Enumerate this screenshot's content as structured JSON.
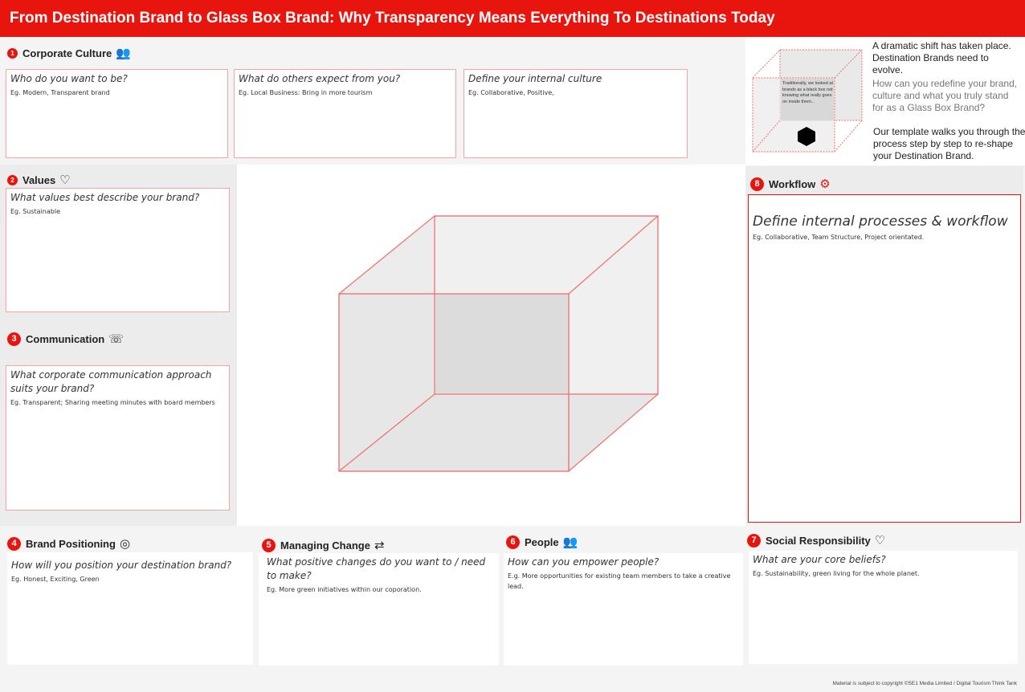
{
  "title": "From Destination Brand to Glass Box Brand: Why Transparency Means Everything To Destinations Today",
  "intro": {
    "p1": "A dramatic shift has taken place. Destination Brands need to evolve.",
    "p2": "How can you redefine your brand, culture and what you truly stand for as a Glass Box Brand?",
    "p3": "Our template walks you through the process step by step to re-shape your Destination Brand.",
    "cube_note": "Traditionally, we looked at brands as a black box not knowing what really goes on inside them..."
  },
  "sections": {
    "culture": {
      "num": "1",
      "label": "Corporate Culture",
      "boxes": [
        {
          "q": "Who do you want to be?",
          "ex": "Eg. Modern, Transparent brand"
        },
        {
          "q": "What do others expect from you?",
          "ex": "Eg. Local Business: Bring in more tourism"
        },
        {
          "q": "Define your internal culture",
          "ex": "Eg. Collaborative, Positive,"
        }
      ]
    },
    "values": {
      "num": "2",
      "label": "Values",
      "q": "What values best describe your brand?",
      "ex": "Eg. Sustainable"
    },
    "communication": {
      "num": "3",
      "label": "Communication",
      "q": "What corporate communication approach suits your brand?",
      "ex": "Eg. Transparent; Sharing meeting minutes with board members"
    },
    "positioning": {
      "num": "4",
      "label": "Brand Positioning",
      "q": "How will you position your destination brand?",
      "ex": "Eg. Honest, Exciting, Green"
    },
    "change": {
      "num": "5",
      "label": "Managing Change",
      "q": "What positive changes do you want to / need to make?",
      "ex": "Eg. More green initiatives within our coporation."
    },
    "people": {
      "num": "6",
      "label": "People",
      "q": "How can you empower people?",
      "ex": "E.g. More opportunities for existing team members to take a creative lead."
    },
    "social": {
      "num": "7",
      "label": "Social Responsibility",
      "q": "What are your core beliefs?",
      "ex": "Eg. Sustainability, green living for the whole planet."
    },
    "workflow": {
      "num": "8",
      "label": "Workflow",
      "q": "Define internal processes & workflow",
      "ex": "Eg. Collaborative, Team Structure, Project orientated."
    }
  },
  "copyright": "Material is subject to copyright ©SE1 Media Limited / Digital Tourism Think Tank",
  "colors": {
    "accent": "#e8150f",
    "border": "#f3a5a0"
  }
}
